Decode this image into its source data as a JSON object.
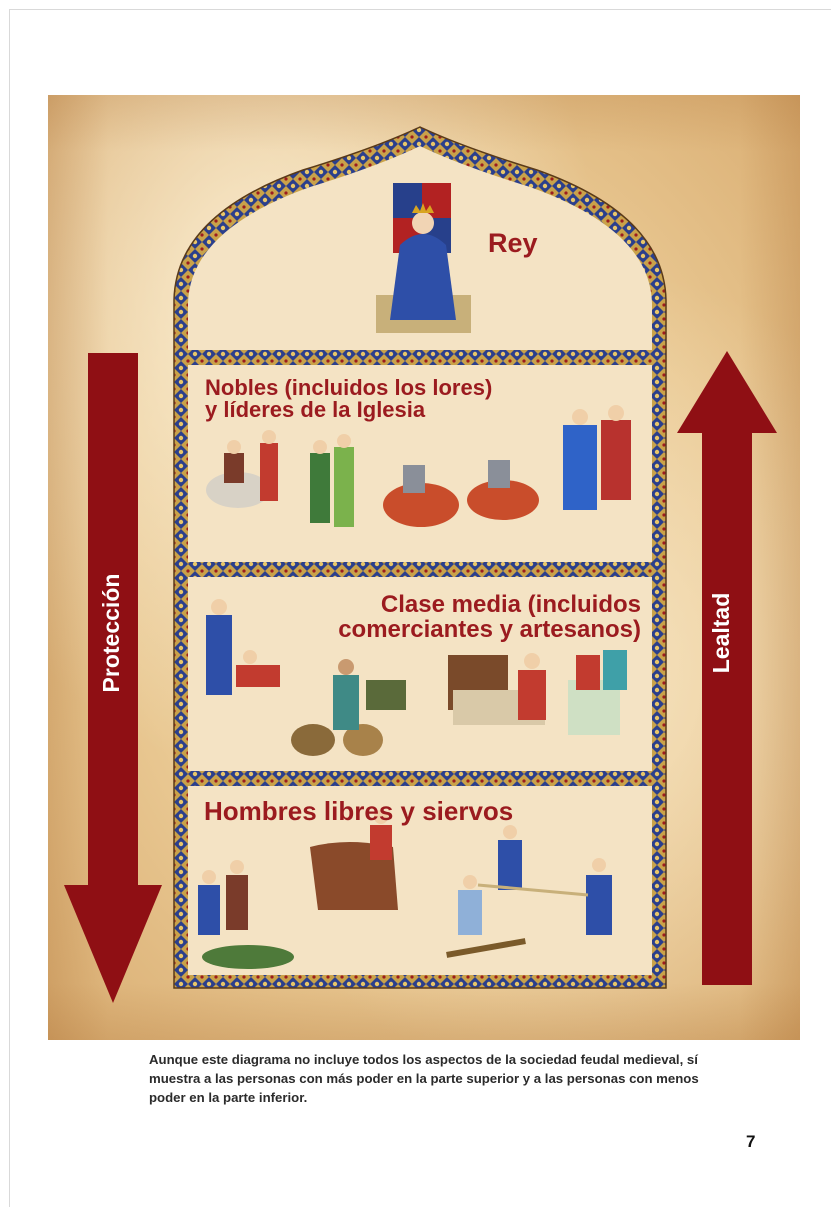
{
  "diagram": {
    "levels": [
      {
        "id": "rey",
        "label": "Rey"
      },
      {
        "id": "nobles",
        "label": "Nobles (incluidos los lores)\ny líderes de la Iglesia"
      },
      {
        "id": "clase_media",
        "label": "Clase media (incluidos\ncomerciantes y artesanos)"
      },
      {
        "id": "hombres",
        "label": "Hombres libres y siervos"
      }
    ],
    "arrows": {
      "left": {
        "label": "Protección",
        "direction": "down"
      },
      "right": {
        "label": "Lealtad",
        "direction": "up"
      }
    },
    "colors": {
      "label_red": "#9b1b1f",
      "arrow_red": "#8f0f14",
      "border_blue": "#2b3f8c",
      "border_gold": "#c9a24a",
      "parchment": "#ecd0a0"
    }
  },
  "caption": "Aunque este diagrama no incluye todos los aspectos de la sociedad feudal medieval, sí muestra a las personas con más poder en la parte superior y a las personas con menos poder en la parte inferior.",
  "page_number": "7"
}
